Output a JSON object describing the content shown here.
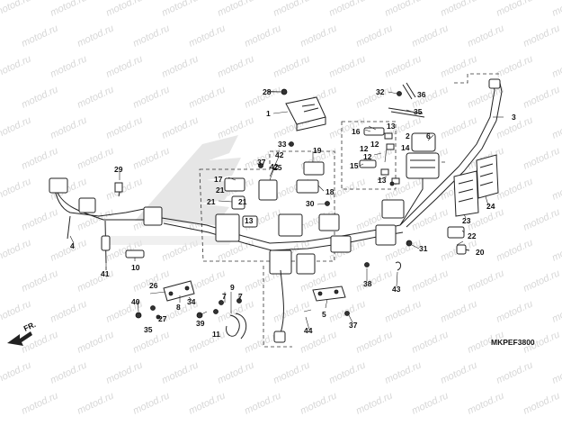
{
  "watermark": "motod.ru",
  "diagram_code": "MKPEF3800",
  "front_label": "FR.",
  "callouts": [
    "1",
    "2",
    "3",
    "4",
    "5",
    "6",
    "7",
    "8",
    "9",
    "10",
    "11",
    "12",
    "13",
    "14",
    "15",
    "16",
    "17",
    "18",
    "19",
    "20",
    "21",
    "22",
    "23",
    "24",
    "25",
    "26",
    "27",
    "28",
    "29",
    "30",
    "31",
    "32",
    "33",
    "34",
    "35",
    "36",
    "37",
    "38",
    "39",
    "40",
    "41",
    "42",
    "43",
    "44"
  ]
}
